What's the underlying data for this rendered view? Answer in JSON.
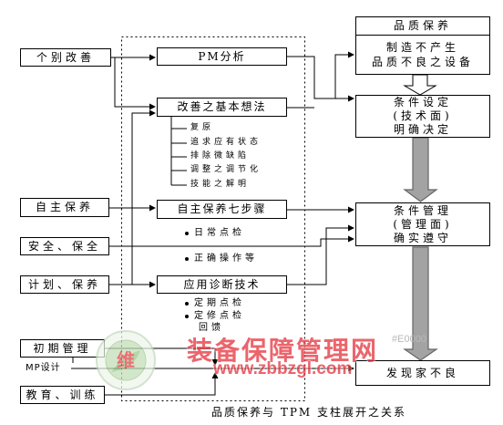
{
  "left_inputs": {
    "individual_improvement": "个别改善",
    "autonomous_maintenance": "自主保养",
    "safety_maintenance": "安全、保全",
    "planned_maintenance": "计划、保养",
    "initial_management": "初期管理",
    "mp_design": "MP设计",
    "education_training": "教育、训练"
  },
  "center": {
    "pm_analysis": "PM分析",
    "basic_idea": {
      "title": "改善之基本想法",
      "items": [
        "复原",
        "追求应有状态",
        "排除微缺陷",
        "调整之调节化",
        "技能之解明"
      ]
    },
    "autonomous_steps": {
      "title": "自主保养七步骤",
      "items": [
        "日常点检",
        "正确操作等"
      ]
    },
    "diagnosis": {
      "title": "应用诊断技术",
      "items": [
        "定期点检",
        "定修点检"
      ],
      "feedback": "回馈"
    }
  },
  "right": {
    "header": "品质保养",
    "goal": {
      "line1": "制造不产生",
      "line2": "品质不良之设备"
    },
    "condition_setting": {
      "line1": "条件设定",
      "line2": "(技术面)",
      "line3": "明确决定"
    },
    "condition_management": {
      "line1": "条件管理",
      "line2": "(管理面)",
      "line3": "确实遵守"
    },
    "detection": "发现家不良"
  },
  "caption": "品质保养与 TPM 支柱展开之关系",
  "watermark": {
    "logo_char": "维",
    "site_name": "装备保障管理网",
    "url": "www.zbbzgl.com",
    "stamp": "#E0000"
  },
  "colors": {
    "line": "#000000",
    "flow_arrow_fill": "#a3a3a3",
    "flow_arrow_edge": "#666666",
    "watermark_red": "#e63b44",
    "logo_green": "#8cc47a"
  }
}
